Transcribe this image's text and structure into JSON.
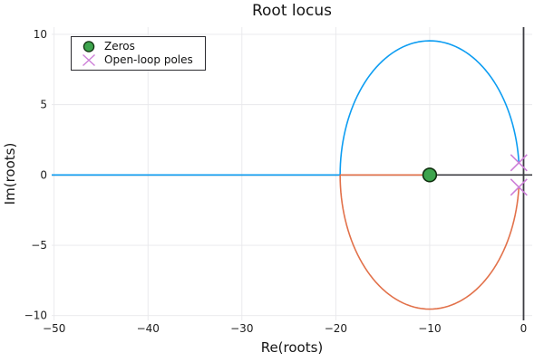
{
  "chart_data": {
    "type": "line",
    "title": "Root locus",
    "xlabel": "Re(roots)",
    "ylabel": "Im(roots)",
    "xlim": [
      -50.26,
      0.92
    ],
    "ylim": [
      -10.34,
      10.51
    ],
    "xticks": {
      "values": [
        -50,
        -40,
        -30,
        -20,
        -10,
        0
      ],
      "labels": [
        "−50",
        "−40",
        "−30",
        "−20",
        "−10",
        "0"
      ]
    },
    "yticks": {
      "values": [
        -10,
        -5,
        0,
        5,
        10
      ],
      "labels": [
        "−10",
        "−5",
        "0",
        "5",
        "10"
      ]
    },
    "grid": true,
    "origin_axes": true,
    "locus_circle": {
      "center_re": -10,
      "center_im": 0,
      "radius": 9.539
    },
    "breakaway_re": -19.539,
    "poles": [
      {
        "re": -0.5,
        "im": 0.866
      },
      {
        "re": -0.5,
        "im": -0.866
      }
    ],
    "zeros": [
      {
        "re": -10,
        "im": 0
      }
    ],
    "series": [
      {
        "name": "branch-1",
        "color": "#0d9df2",
        "path": "real axis from -50.26 to breakaway -19.539, then upper arc of locus circle to pole -0.5+0.866j"
      },
      {
        "name": "branch-2",
        "color": "#e2714a",
        "path": "lower arc of locus circle from pole -0.5-0.866j to breakaway -19.539, then real axis to zero -10"
      }
    ],
    "legend": {
      "position": "top-left",
      "entries": [
        {
          "label": "Zeros",
          "marker": "circle",
          "color": "#3da44d"
        },
        {
          "label": "Open-loop poles",
          "marker": "x",
          "color": "#cd7fd8"
        }
      ]
    }
  },
  "colors": {
    "grid": "#e8e8eb",
    "origin_axes": "#3c3c42",
    "branch1_blue": "#0d9df2",
    "branch2_orange": "#e2714a",
    "zero_green_fill": "#3da44d",
    "zero_green_stroke": "#10300f",
    "pole_plum": "#cd7fd8",
    "text": "#151515"
  }
}
